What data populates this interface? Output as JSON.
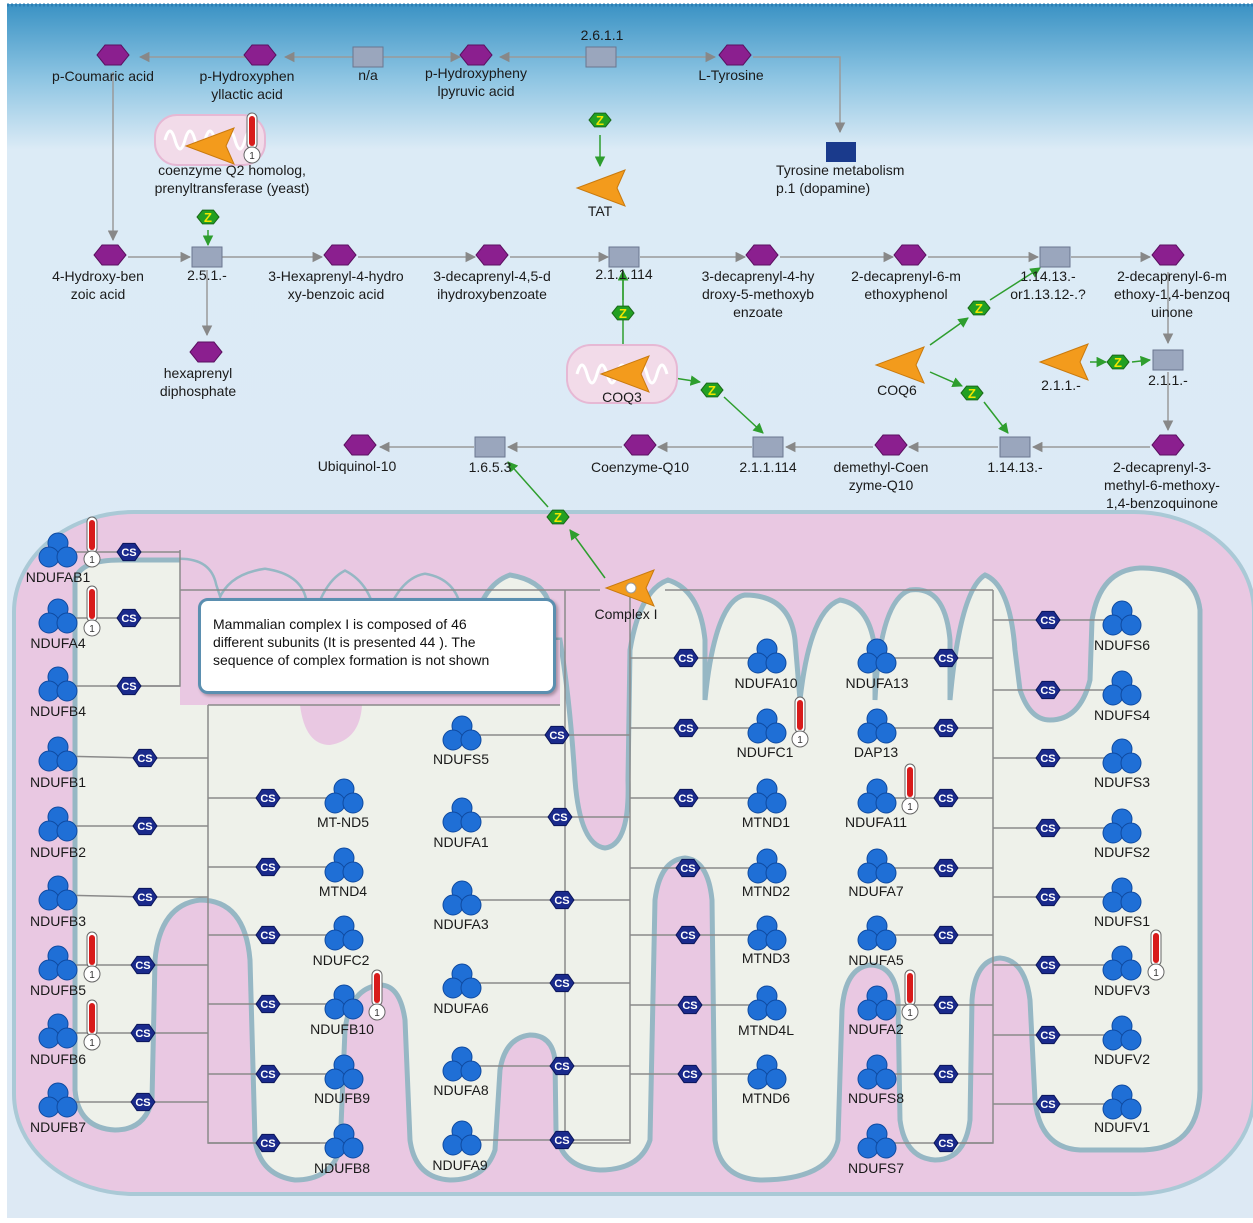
{
  "note": {
    "lines": [
      "Mammalian complex I is composed of 46",
      "different subunits (It is presented 44 ). The",
      "sequence of complex formation is not shown"
    ]
  },
  "metabolites": [
    {
      "id": "p_coumaric",
      "lines": [
        "p-Coumaric acid"
      ]
    },
    {
      "id": "p_hydroxyphenyllactic",
      "lines": [
        "p-Hydroxyphen",
        "yllactic acid"
      ]
    },
    {
      "id": "p_hydroxyphenylpyruvic",
      "lines": [
        "p-Hydroxypheny",
        "lpyruvic acid"
      ]
    },
    {
      "id": "l_tyrosine",
      "lines": [
        "L-Tyrosine"
      ]
    },
    {
      "id": "hydroxybenzoic",
      "lines": [
        "4-Hydroxy-ben",
        "zoic acid"
      ]
    },
    {
      "id": "hexaprenyl_hba",
      "lines": [
        "3-Hexaprenyl-4-hydro",
        "xy-benzoic acid"
      ]
    },
    {
      "id": "decaprenyl_dhb",
      "lines": [
        "3-decaprenyl-4,5-d",
        "ihydroxybenzoate"
      ]
    },
    {
      "id": "decaprenyl_hmb",
      "lines": [
        "3-decaprenyl-4-hy",
        "droxy-5-methoxyb",
        "enzoate"
      ]
    },
    {
      "id": "decaprenyl_mp",
      "lines": [
        "2-decaprenyl-6-m",
        "ethoxyphenol"
      ]
    },
    {
      "id": "decaprenyl_mbq",
      "lines": [
        "2-decaprenyl-6-m",
        "ethoxy-1,4-benzoq",
        "uinone"
      ]
    },
    {
      "id": "hexaprenyl_dp",
      "lines": [
        "hexaprenyl",
        "diphosphate"
      ]
    },
    {
      "id": "ubiquinol",
      "lines": [
        "Ubiquinol-10"
      ]
    },
    {
      "id": "coq10",
      "lines": [
        "Coenzyme-Q10"
      ]
    },
    {
      "id": "demethyl_coq10",
      "lines": [
        "demethyl-Coen",
        "zyme-Q10"
      ]
    },
    {
      "id": "decaprenyl_mmbq",
      "lines": [
        "2-decaprenyl-3-",
        "methyl-6-methoxy-",
        "1,4-benzoquinone"
      ]
    }
  ],
  "reactions": [
    {
      "id": "r_na",
      "lines": [
        "n/a"
      ]
    },
    {
      "id": "r_2611",
      "lines": [
        "2.6.1.1"
      ]
    },
    {
      "id": "r_251",
      "lines": [
        "2.5.1.-"
      ]
    },
    {
      "id": "r_211114a",
      "lines": [
        "2.1.1.114"
      ]
    },
    {
      "id": "r_11413a",
      "lines": [
        "1.14.13.-",
        "or1.13.12-.?"
      ]
    },
    {
      "id": "r_211",
      "lines": [
        "2.1.1.-"
      ]
    },
    {
      "id": "r_11413b",
      "lines": [
        "1.14.13.-"
      ]
    },
    {
      "id": "r_211114b",
      "lines": [
        "2.1.1.114"
      ]
    },
    {
      "id": "r_1653",
      "lines": [
        "1.6.5.3"
      ]
    }
  ],
  "enzymes": [
    {
      "id": "coq2",
      "lines": [
        "coenzyme Q2 homolog,",
        "prenyltransferase (yeast)"
      ]
    },
    {
      "id": "tat",
      "lines": [
        "TAT"
      ]
    },
    {
      "id": "coq3",
      "lines": [
        "COQ3"
      ]
    },
    {
      "id": "coq6",
      "lines": [
        "COQ6"
      ]
    },
    {
      "id": "e_211",
      "lines": [
        "2.1.1.-"
      ]
    },
    {
      "id": "complex1",
      "lines": [
        "Complex I"
      ]
    }
  ],
  "map_link": {
    "lines": [
      "Tyrosine metabolism",
      "p.1 (dopamine)"
    ]
  },
  "z_label": "Z",
  "cs_label": "CS",
  "thermo_label": "1",
  "proteins": [
    {
      "name": "NDUFAB1",
      "thermo": true
    },
    {
      "name": "NDUFA4",
      "thermo": true
    },
    {
      "name": "NDUFB4",
      "thermo": false
    },
    {
      "name": "NDUFB1",
      "thermo": false
    },
    {
      "name": "NDUFB2",
      "thermo": false
    },
    {
      "name": "NDUFB3",
      "thermo": false
    },
    {
      "name": "NDUFB5",
      "thermo": true
    },
    {
      "name": "NDUFB6",
      "thermo": true
    },
    {
      "name": "NDUFB7",
      "thermo": false
    },
    {
      "name": "MT-ND5",
      "thermo": false
    },
    {
      "name": "MTND4",
      "thermo": false
    },
    {
      "name": "NDUFC2",
      "thermo": false
    },
    {
      "name": "NDUFB10",
      "thermo": true
    },
    {
      "name": "NDUFB9",
      "thermo": false
    },
    {
      "name": "NDUFB8",
      "thermo": false
    },
    {
      "name": "NDUFS5",
      "thermo": false
    },
    {
      "name": "NDUFA1",
      "thermo": false
    },
    {
      "name": "NDUFA3",
      "thermo": false
    },
    {
      "name": "NDUFA6",
      "thermo": false
    },
    {
      "name": "NDUFA8",
      "thermo": false
    },
    {
      "name": "NDUFA9",
      "thermo": false
    },
    {
      "name": "NDUFA10",
      "thermo": false
    },
    {
      "name": "NDUFC1",
      "thermo": true
    },
    {
      "name": "MTND1",
      "thermo": false
    },
    {
      "name": "MTND2",
      "thermo": false
    },
    {
      "name": "MTND3",
      "thermo": false
    },
    {
      "name": "MTND4L",
      "thermo": false
    },
    {
      "name": "MTND6",
      "thermo": false
    },
    {
      "name": "NDUFA13",
      "thermo": false
    },
    {
      "name": "DAP13",
      "thermo": false
    },
    {
      "name": "NDUFA11",
      "thermo": true
    },
    {
      "name": "NDUFA7",
      "thermo": false
    },
    {
      "name": "NDUFA5",
      "thermo": false
    },
    {
      "name": "NDUFA2",
      "thermo": true
    },
    {
      "name": "NDUFS8",
      "thermo": false
    },
    {
      "name": "NDUFS7",
      "thermo": false
    },
    {
      "name": "NDUFS6",
      "thermo": false
    },
    {
      "name": "NDUFS4",
      "thermo": false
    },
    {
      "name": "NDUFS3",
      "thermo": false
    },
    {
      "name": "NDUFS2",
      "thermo": false
    },
    {
      "name": "NDUFS1",
      "thermo": false
    },
    {
      "name": "NDUFV3",
      "thermo": true
    },
    {
      "name": "NDUFV2",
      "thermo": false
    },
    {
      "name": "NDUFV1",
      "thermo": false
    }
  ],
  "colors": {
    "metabolite": "#8b1f8f",
    "reaction": "#9aa6bd",
    "enzyme": "#f39b1c",
    "catalysis": "#2e9e2e",
    "protein": "#1f6fd6",
    "cs": "#1a2a8c",
    "thermo": "#d81b1b",
    "background": "#ddeaf5",
    "mito_outer": "#e8c6e0",
    "mito_inner": "#eef1ea",
    "map_link": "#1a3a8c"
  }
}
